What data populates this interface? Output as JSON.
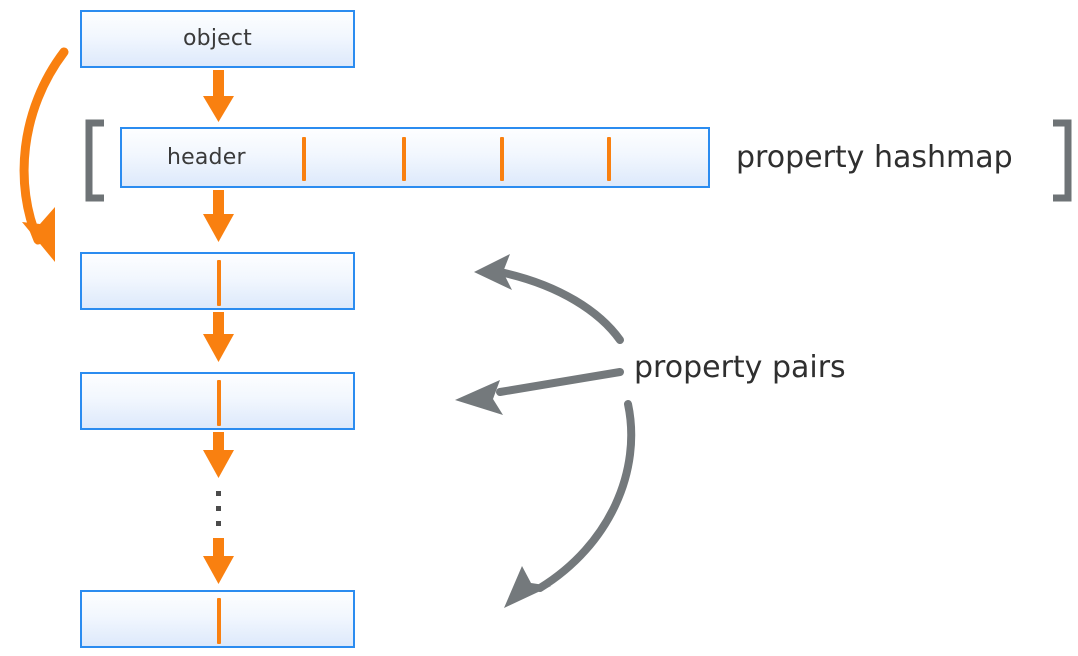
{
  "diagram": {
    "title_text": "",
    "colors": {
      "box_border": "#2b8cf0",
      "box_fill_top": "#fdfeff",
      "box_fill_bottom": "#dde9fb",
      "orange_accent": "#f98010",
      "gray_annotation": "#74797c",
      "bracket_gray": "#6e7376",
      "text_dark": "#2f2f2f"
    },
    "nodes": [
      {
        "id": "object",
        "label": "object"
      },
      {
        "id": "header",
        "label": "header"
      },
      {
        "id": "pair-1",
        "label": ""
      },
      {
        "id": "pair-2",
        "label": ""
      },
      {
        "id": "pair-3",
        "label": ""
      }
    ],
    "captions": [
      {
        "id": "property-hashmap",
        "text": "property hashmap"
      },
      {
        "id": "property-pairs",
        "text": "property pairs"
      }
    ],
    "hashmap_slot_count": 4,
    "ellipsis_dot_count": 3,
    "orange_arrow_count": 5,
    "gray_pointer_count": 3,
    "brackets": [
      {
        "id": "bracket-left",
        "orientation": "left"
      },
      {
        "id": "bracket-right",
        "orientation": "right"
      }
    ]
  }
}
